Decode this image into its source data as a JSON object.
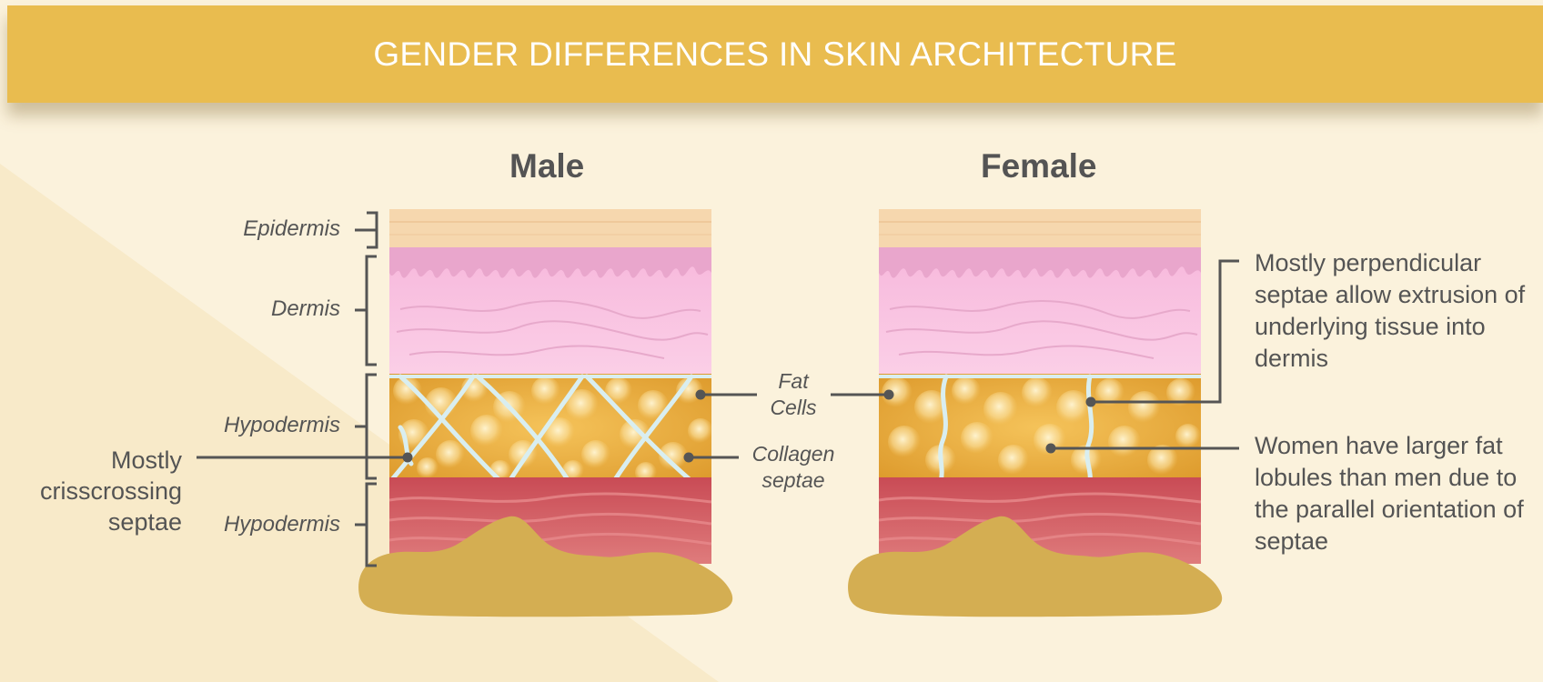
{
  "header": {
    "title": "GENDER DIFFERENCES IN SKIN ARCHITECTURE"
  },
  "panels": {
    "male": {
      "title": "Male"
    },
    "female": {
      "title": "Female"
    }
  },
  "layers": {
    "epidermis": "Epidermis",
    "dermis": "Dermis",
    "hypodermis_upper": "Hypodermis",
    "hypodermis_lower": "Hypodermis"
  },
  "center_labels": {
    "fat_cells": {
      "line1": "Fat",
      "line2": "Cells"
    },
    "collagen_septae": {
      "line1": "Collagen",
      "line2": "septae"
    }
  },
  "annotations": {
    "male_septae": {
      "line1": "Mostly",
      "line2": "crisscrossing",
      "line3": "septae"
    },
    "female_perpendicular": "Mostly perpendicular septae allow extrusion of underlying tissue into dermis",
    "female_lobules": "Women have larger fat lobules than men due to the parallel orientation of septae"
  },
  "colors": {
    "banner": "#E9BC4F",
    "background": "#FBF2DC",
    "epidermis": "#F6D7AE",
    "dermis": "#F9C3E1",
    "fat": "#E3A636",
    "muscle": "#D9646C",
    "bone": "#D4AE52",
    "septae": "#D9EEF0",
    "leader": "#555555"
  }
}
